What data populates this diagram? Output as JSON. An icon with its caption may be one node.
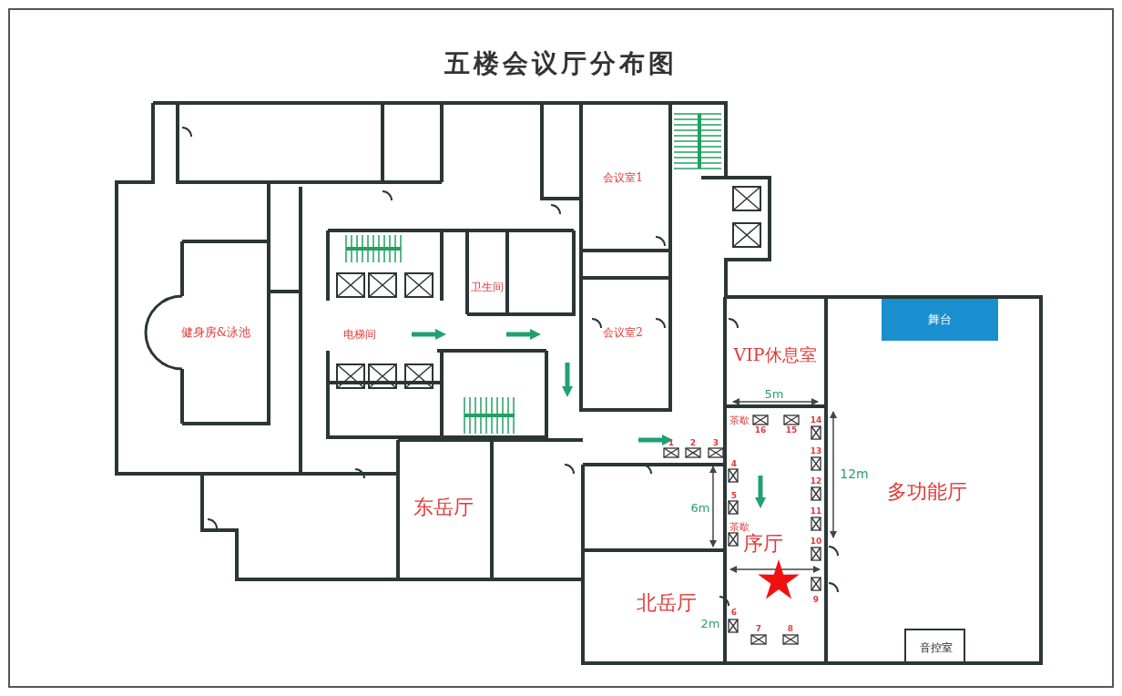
{
  "diagram": {
    "title": "五楼会议厅分布图",
    "nodes": [
      {
        "text": [
          "健身房&泳池"
        ]
      },
      {
        "text": [
          "卫生间"
        ]
      },
      {
        "text": [
          "会议室1"
        ]
      },
      {
        "text": [
          "会议室2"
        ]
      },
      {
        "text": [
          "VIP休息室"
        ]
      },
      {
        "text": [
          "多功能厅"
        ]
      },
      {
        "text": [
          "舞台"
        ],
        "in": 5
      },
      {
        "text": [
          "音控室"
        ],
        "in": 5
      },
      {
        "text": [
          "东岳厅"
        ]
      },
      {
        "text": [
          "序厅"
        ]
      },
      {
        "text": [
          "北岳厅"
        ]
      }
    ],
    "labels": [
      "电梯间",
      "5m",
      "茶歇",
      "16",
      "15",
      "14",
      "1",
      "2",
      "3",
      "13",
      "4",
      "12m",
      "6m",
      "5",
      "12",
      "茶歇",
      "11",
      "10",
      "9",
      "6",
      "2m",
      "7",
      "8"
    ]
  }
}
